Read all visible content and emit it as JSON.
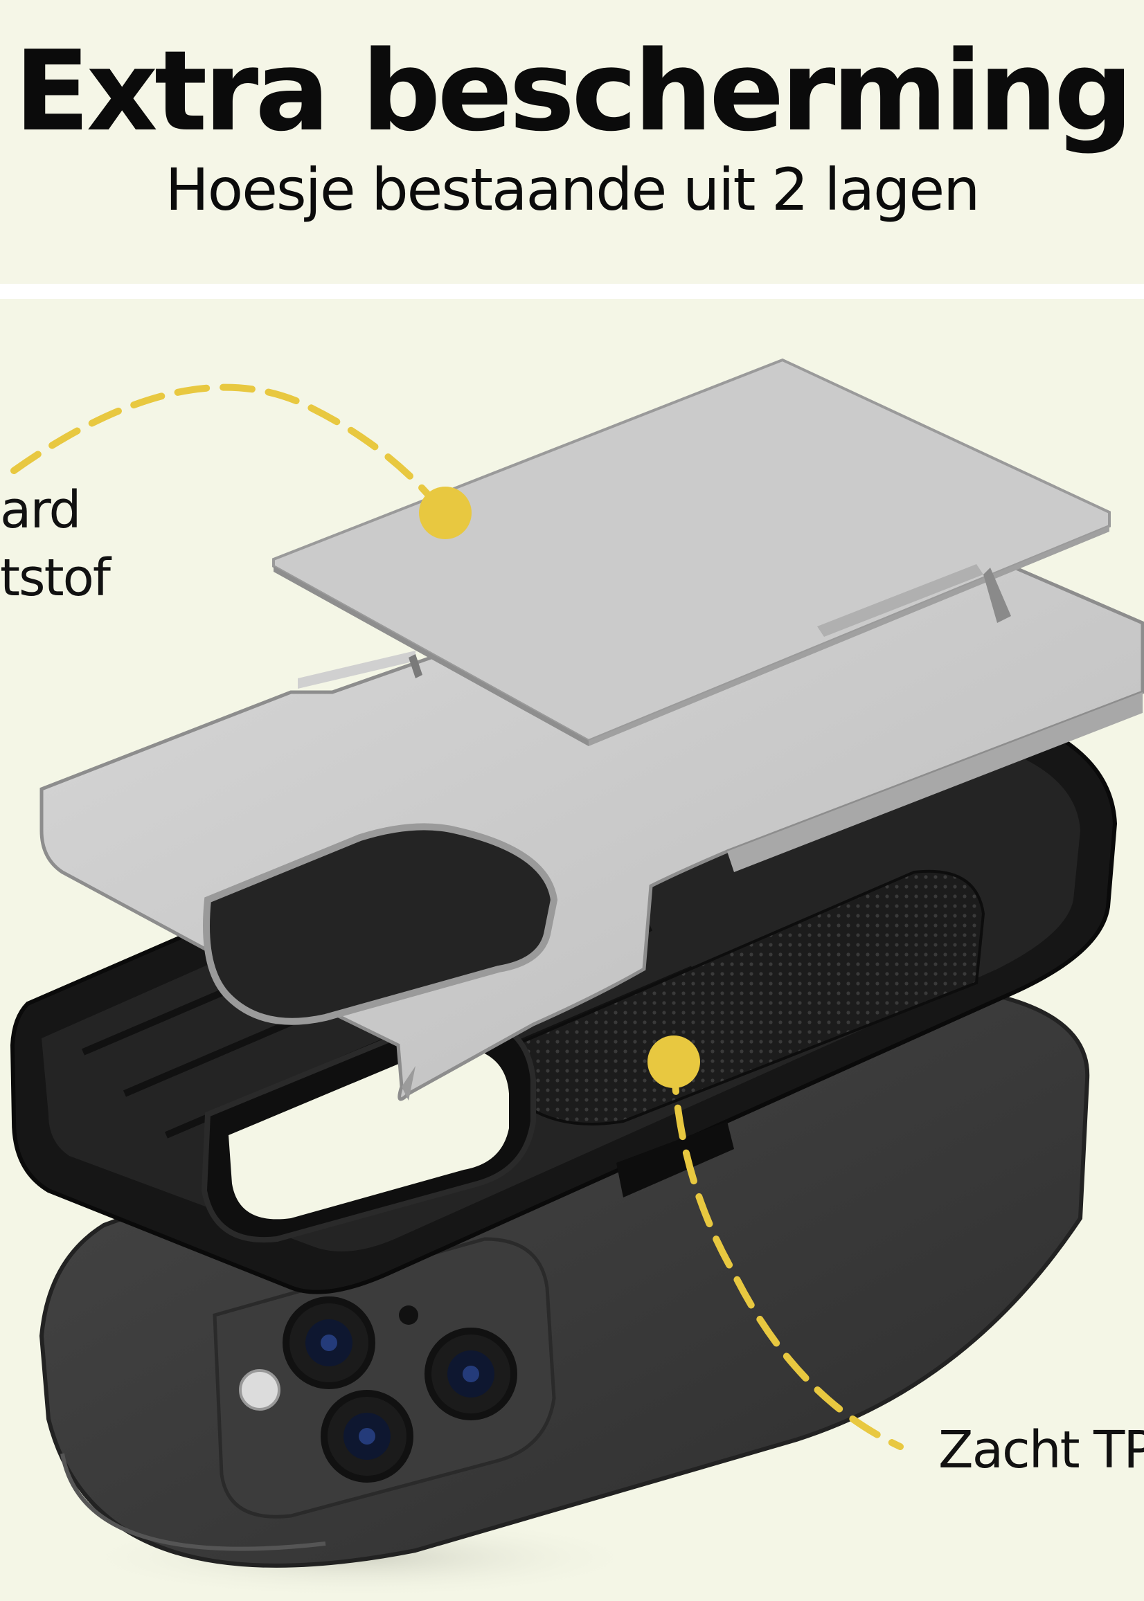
{
  "header": {
    "title": "Extra bescherming",
    "subtitle": "Hoesje bestaande uit 2 lagen"
  },
  "labels": {
    "left_line_1": "ard",
    "left_line_2": "tstof",
    "right": "Zacht TP"
  },
  "colors": {
    "background": "#f4f6e6",
    "accent": "#e8c840",
    "text": "#0b0b0b",
    "hard_shell": "#c8c8c8",
    "soft_case": "#1a1a1a",
    "phone": "#3a3a3a"
  }
}
